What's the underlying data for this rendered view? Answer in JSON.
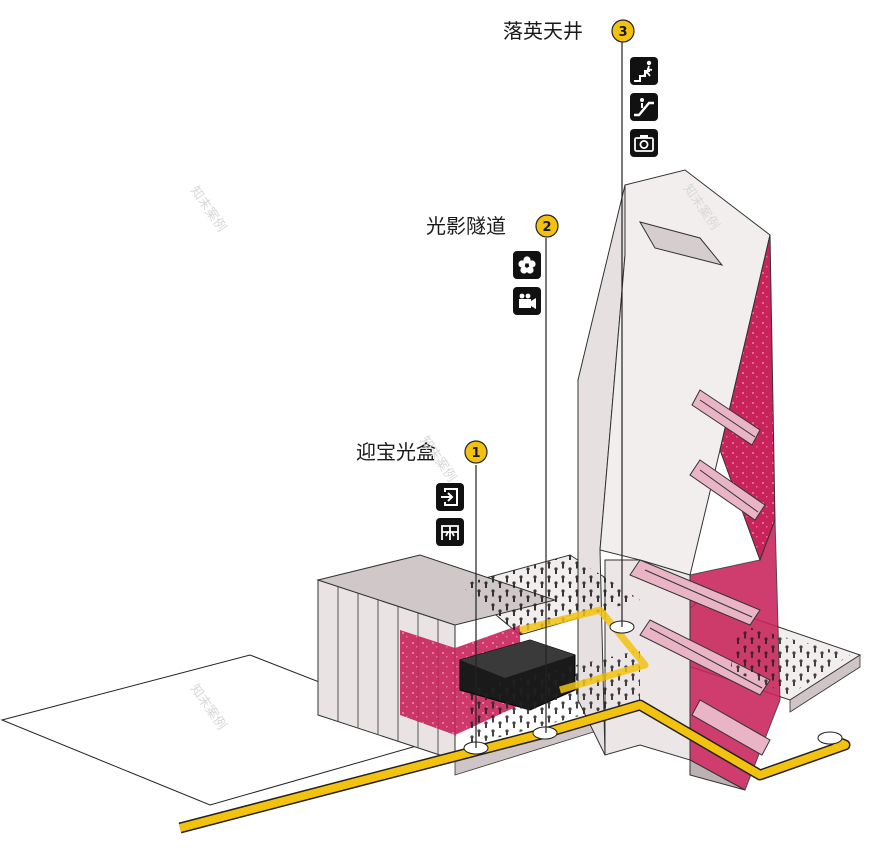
{
  "labels": [
    {
      "id": "1",
      "number": "1",
      "title": "迎宝光盒",
      "icons": [
        "enter-icon",
        "gate-icon"
      ]
    },
    {
      "id": "2",
      "number": "2",
      "title": "光影隧道",
      "icons": [
        "flower-icon",
        "video-camera-icon"
      ]
    },
    {
      "id": "3",
      "number": "3",
      "title": "落英天井",
      "icons": [
        "stairs-walking-icon",
        "escalator-icon",
        "camera-icon"
      ]
    }
  ],
  "watermark": "知末案例",
  "colors": {
    "accent_yellow": "#f2c20f",
    "magenta": "#c8235a",
    "wall_light": "#f3eeee",
    "wall_mid": "#e2d9da",
    "wall_dark": "#c7bbbd",
    "icon_bg": "#111111"
  }
}
